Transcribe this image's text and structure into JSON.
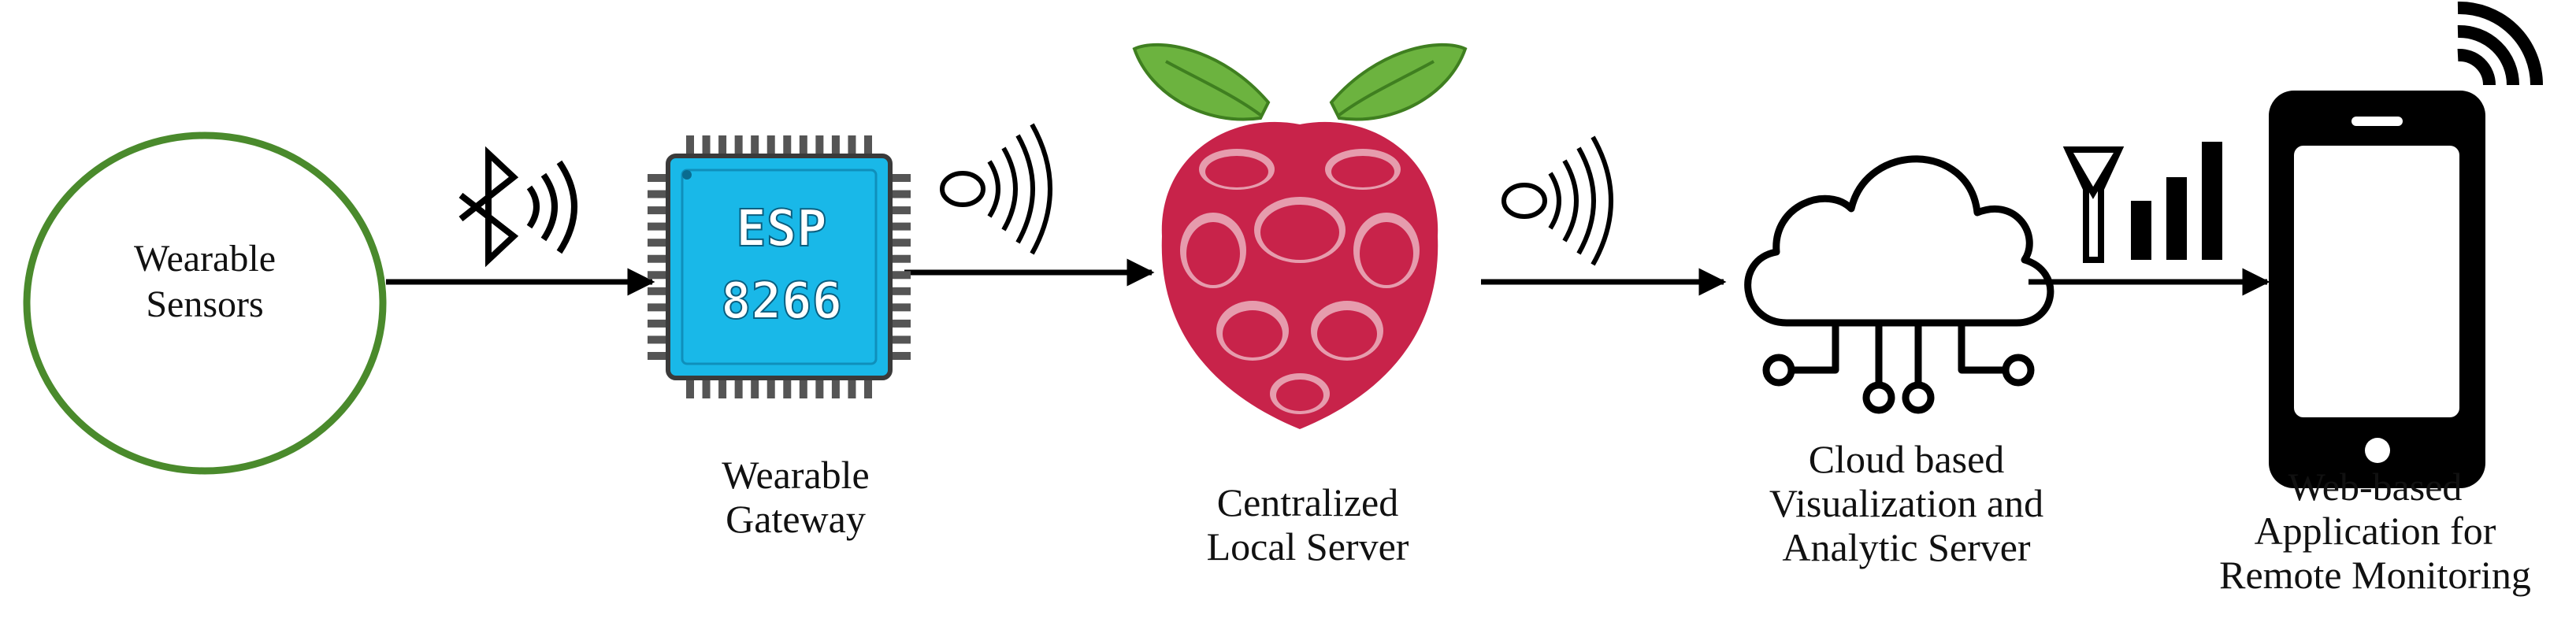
{
  "nodes": {
    "sensors": {
      "lines": [
        "Wearable",
        "Sensors"
      ],
      "border_color": "#4a8a2c"
    },
    "gateway": {
      "lines": [
        "Wearable",
        "Gateway"
      ],
      "chip_lines": [
        "ESP",
        "8266"
      ],
      "chip_color": "#19b8e8"
    },
    "local_server": {
      "lines": [
        "Centralized",
        "Local Server"
      ],
      "berry_color": "#c8234a",
      "leaf_color": "#6cb33f"
    },
    "cloud_server": {
      "lines": [
        "Cloud based",
        "Visualization and",
        "Analytic Server"
      ]
    },
    "web_app": {
      "lines": [
        "Web-based",
        "Application for",
        "Remote Monitoring"
      ]
    }
  },
  "connectors": [
    {
      "from": "sensors",
      "to": "gateway",
      "signal": "bluetooth-icon"
    },
    {
      "from": "gateway",
      "to": "local_server",
      "signal": "wireless-waves-icon"
    },
    {
      "from": "local_server",
      "to": "cloud_server",
      "signal": "wireless-waves-icon"
    },
    {
      "from": "cloud_server",
      "to": "web_app",
      "signal": "cellular-signal-icon"
    }
  ],
  "colors": {
    "line": "#000000",
    "text": "#111111"
  }
}
